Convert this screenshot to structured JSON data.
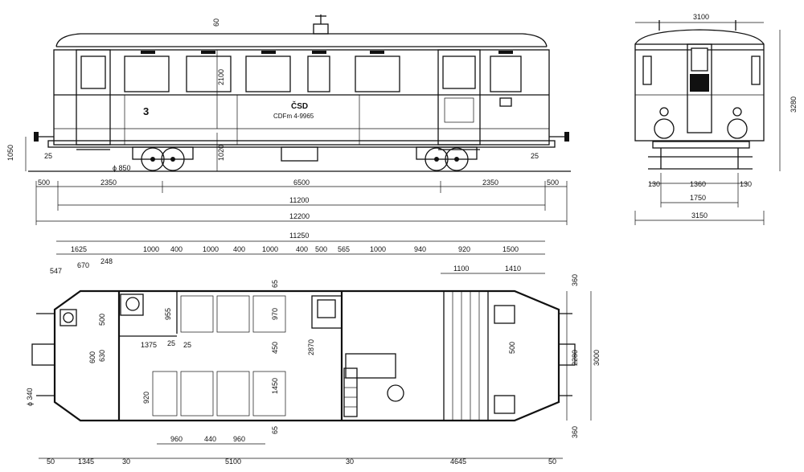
{
  "side": {
    "class_number": "3",
    "operator": "ČSD",
    "designation": "CDFm 4-9965",
    "dims_horiz": [
      "500",
      "2350",
      "6500",
      "2350",
      "500",
      "11200",
      "12200"
    ],
    "dims_vert": [
      "1050",
      "25",
      "25",
      "2100",
      "1020",
      "60"
    ],
    "wheel_dia": "ϕ 850"
  },
  "end": {
    "width_top": "3100",
    "height": "3280",
    "dims": [
      "130",
      "1360",
      "130",
      "1750",
      "3150"
    ]
  },
  "plan": {
    "overall_length": "11250",
    "top_dims": [
      "1625",
      "1000",
      "400",
      "1000",
      "400",
      "1000",
      "400",
      "500",
      "565",
      "1000",
      "940",
      "920",
      "1500"
    ],
    "door_dims": [
      "1100",
      "1410"
    ],
    "bottom_dims": [
      "50",
      "1345",
      "30",
      "5100",
      "30",
      "4645",
      "50"
    ],
    "seat_dims": [
      "960",
      "440",
      "960"
    ],
    "left_dims": [
      "547",
      "670",
      "248",
      "500",
      "630",
      "600",
      "ϕ 340"
    ],
    "inner_dims": [
      "955",
      "1375",
      "25",
      "25",
      "920",
      "970",
      "450",
      "1450",
      "65",
      "65",
      "2870",
      "500"
    ],
    "right_dims": [
      "360",
      "2280",
      "3000",
      "360"
    ]
  }
}
